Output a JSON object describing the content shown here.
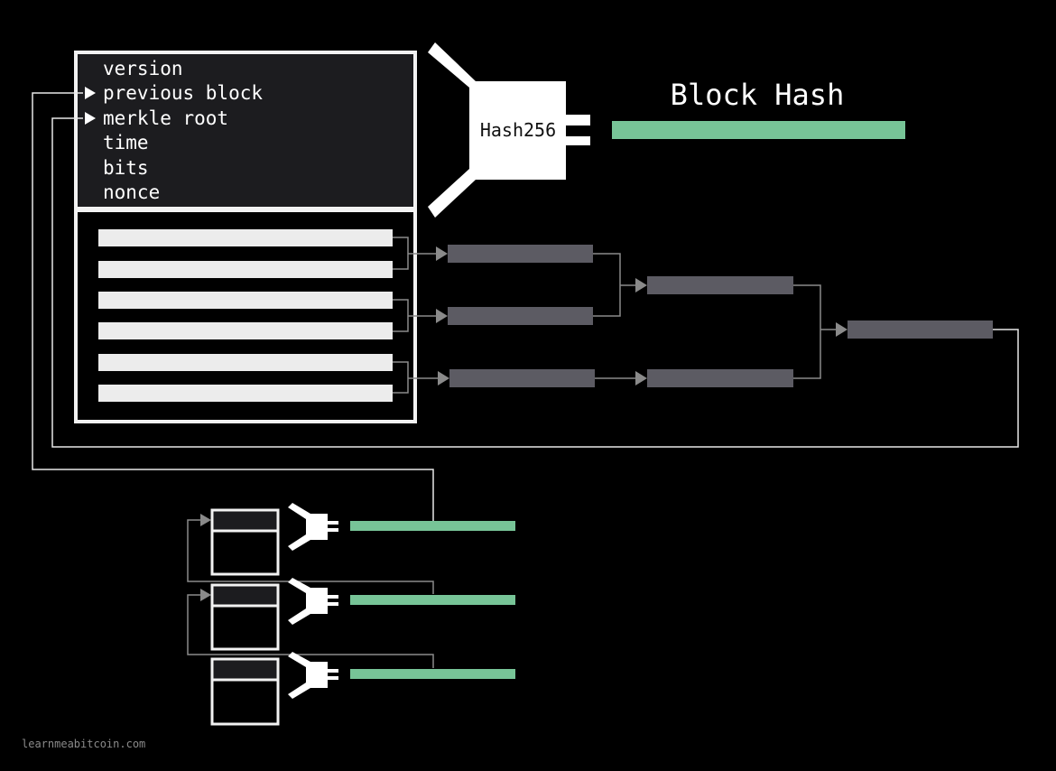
{
  "block_header": {
    "fields": [
      "version",
      "previous block",
      "merkle root",
      "time",
      "bits",
      "nonce"
    ]
  },
  "hash_function": {
    "label": "Hash256"
  },
  "block_hash": {
    "title": "Block Hash"
  },
  "footer": {
    "text": "learnmeabitcoin.com"
  },
  "colors": {
    "background": "#000000",
    "header_fill": "#1c1c1f",
    "transaction": "#ececec",
    "merkle_node": "#5c5b63",
    "hash_bar": "#77c497",
    "wire": "#8a8a8a",
    "outline": "#f2f2f2"
  },
  "icons": [
    "arrow-right-icon",
    "hash-function-icon",
    "block-icon"
  ]
}
